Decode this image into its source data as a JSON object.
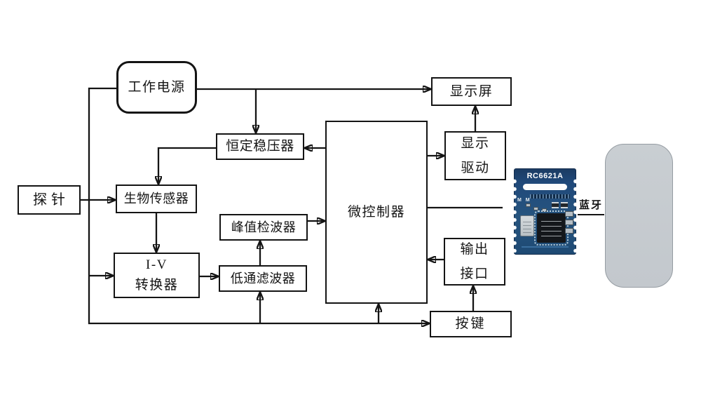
{
  "diagram": {
    "type": "block-diagram",
    "background_color": "#ffffff",
    "line_color": "#141414",
    "nodes": {
      "power": {
        "label": "工作电源",
        "shape": "rounded"
      },
      "display": {
        "label": "显示屏",
        "shape": "rect"
      },
      "regulator": {
        "label": "恒定稳压器",
        "shape": "rect"
      },
      "display_driver": {
        "label": "显示\n驱动",
        "shape": "rect"
      },
      "probe": {
        "label": "探针",
        "shape": "rect"
      },
      "biosensor": {
        "label": "生物传感器",
        "shape": "rect"
      },
      "mcu": {
        "label": "微控制器",
        "shape": "rect"
      },
      "peak_detector": {
        "label": "峰值检波器",
        "shape": "rect"
      },
      "iv_converter": {
        "label": "I-V\n转换器",
        "shape": "rect"
      },
      "low_pass_filter": {
        "label": "低通滤波器",
        "shape": "rect"
      },
      "output_interface": {
        "label": "输出\n接口",
        "shape": "rect"
      },
      "keys": {
        "label": "按键",
        "shape": "rect"
      }
    },
    "bluetooth_module": {
      "name": "RC6621A",
      "marking": "M M",
      "pcb_color": "#20497a",
      "link_label": "蓝牙"
    },
    "phone": {
      "color": "#c9ced3"
    },
    "edges": [
      {
        "from": "power",
        "to": "display"
      },
      {
        "from": "power",
        "to": "regulator"
      },
      {
        "from": "power",
        "to": "iv_converter"
      },
      {
        "from": "power",
        "to": "low_pass_filter"
      },
      {
        "from": "power",
        "to": "mcu"
      },
      {
        "from": "power",
        "to": "keys"
      },
      {
        "from": "mcu",
        "to": "regulator"
      },
      {
        "from": "regulator",
        "to": "biosensor"
      },
      {
        "from": "probe",
        "to": "biosensor"
      },
      {
        "from": "biosensor",
        "to": "iv_converter"
      },
      {
        "from": "iv_converter",
        "to": "low_pass_filter"
      },
      {
        "from": "low_pass_filter",
        "to": "peak_detector"
      },
      {
        "from": "peak_detector",
        "to": "mcu"
      },
      {
        "from": "mcu",
        "to": "display_driver"
      },
      {
        "from": "display_driver",
        "to": "display"
      },
      {
        "from": "mcu",
        "to": "bluetooth_module"
      },
      {
        "from": "output_interface",
        "to": "mcu"
      },
      {
        "from": "keys",
        "to": "output_interface"
      }
    ]
  }
}
